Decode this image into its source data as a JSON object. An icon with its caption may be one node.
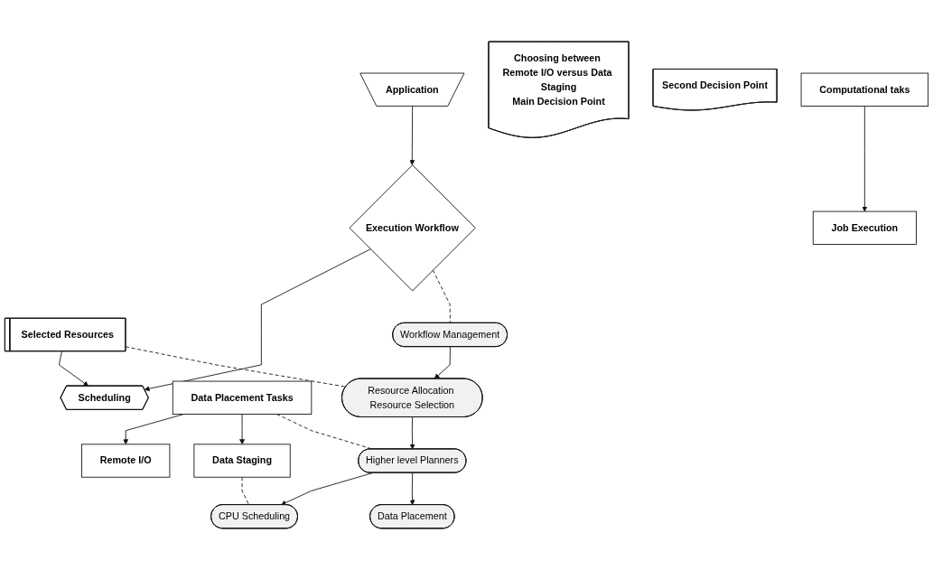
{
  "diagram": {
    "nodes": [
      {
        "text": [
          "Application"
        ]
      },
      {
        "text": [
          "Choosing between Remote I/O versus Data Staging",
          "Main Decision Point"
        ]
      },
      {
        "text": [
          "Execution Workflow"
        ]
      },
      {
        "text": [
          "Selected Resources"
        ]
      },
      {
        "text": [
          "Scheduling"
        ]
      },
      {
        "text": [
          "Data Placement Tasks"
        ]
      },
      {
        "text": [
          "Second Decision Point"
        ]
      },
      {
        "text": [
          "Computational taks"
        ]
      },
      {
        "text": [
          "Job Execution"
        ]
      },
      {
        "text": [
          "Remote I/O"
        ]
      },
      {
        "text": [
          "Data Staging"
        ]
      },
      {
        "text": [
          "Workflow Management"
        ]
      },
      {
        "text": [
          "Resource Allocation Resource Selection"
        ]
      },
      {
        "text": [
          "Higher level Planners"
        ]
      },
      {
        "text": [
          "CPU Scheduling"
        ]
      },
      {
        "text": [
          "Data Placement"
        ]
      }
    ],
    "edges": [
      {
        "from": 0,
        "to": 2,
        "arrow": "to"
      },
      {
        "from": 2,
        "to": 4,
        "arrow": "to"
      },
      {
        "from": 3,
        "to": 4,
        "arrow": "to"
      },
      {
        "from": 7,
        "to": 8,
        "arrow": "to"
      },
      {
        "from": 5,
        "to": 9,
        "arrow": "to"
      },
      {
        "from": 5,
        "to": 10,
        "arrow": "to"
      },
      {
        "from": 11,
        "to": 12,
        "arrow": "to"
      },
      {
        "from": 12,
        "to": 13,
        "arrow": "to"
      },
      {
        "from": 13,
        "to": 14,
        "arrow": "to"
      },
      {
        "from": 13,
        "to": 15,
        "arrow": "to"
      },
      {
        "from": 2,
        "to": 11,
        "arrow": "none",
        "style": "dashed"
      },
      {
        "from": 3,
        "to": 12,
        "arrow": "none",
        "style": "dashed"
      },
      {
        "from": 5,
        "to": 13,
        "arrow": "none",
        "style": "dashed"
      },
      {
        "from": 10,
        "to": 14,
        "arrow": "none",
        "style": "dashed"
      }
    ]
  }
}
